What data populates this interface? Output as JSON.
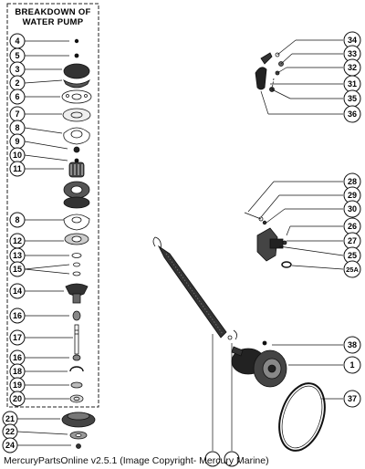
{
  "panel": {
    "header_line1": "BREAKDOWN OF",
    "header_line2": "WATER PUMP"
  },
  "left_callouts": [
    "4",
    "5",
    "3",
    "2",
    "6",
    "7",
    "8",
    "9",
    "10",
    "11",
    "8",
    "12",
    "13",
    "15",
    "14",
    "16",
    "17",
    "16",
    "18",
    "19",
    "20"
  ],
  "lower_left_callouts": [
    "21",
    "22",
    "24"
  ],
  "right_callouts": [
    "34",
    "33",
    "32",
    "31",
    "35",
    "36",
    "28",
    "29",
    "30",
    "26",
    "27",
    "25",
    "25A",
    "38",
    "1",
    "37"
  ],
  "credit": "MercuryPartsOnline v2.5.1 (Image Copyright- Mercury Marine)"
}
